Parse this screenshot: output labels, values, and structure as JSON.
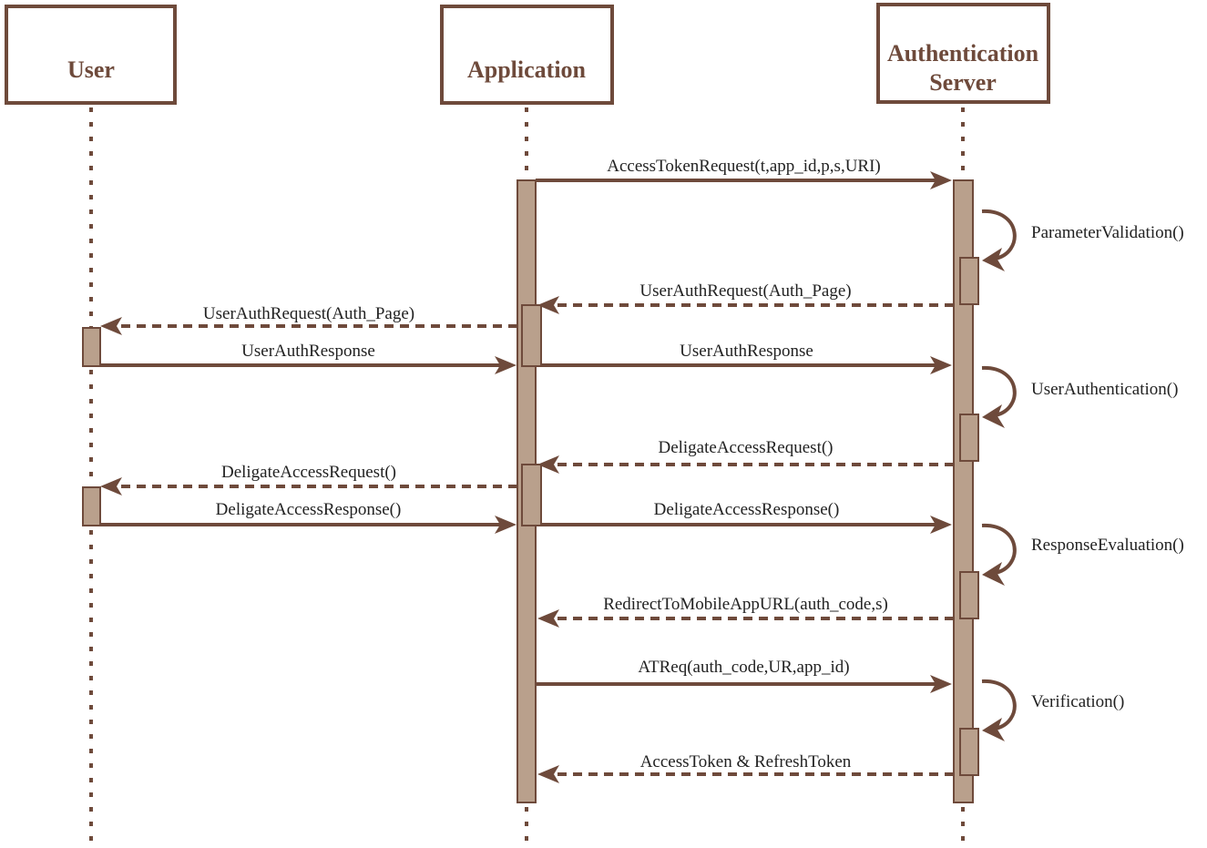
{
  "colors": {
    "accent": "#6e4a3b",
    "activation": "#b9a08c",
    "text": "#222222"
  },
  "actors": [
    {
      "id": "user",
      "lines": [
        "User"
      ]
    },
    {
      "id": "app",
      "lines": [
        "Application"
      ]
    },
    {
      "id": "auth",
      "lines": [
        "Authentication",
        "Server"
      ]
    }
  ],
  "messages": [
    {
      "from": "app",
      "to": "auth",
      "style": "solid",
      "label": "AccessTokenRequest(t,app_id,p,s,URI)"
    },
    {
      "from": "auth",
      "to": "app",
      "style": "dashed",
      "label": "UserAuthRequest(Auth_Page)"
    },
    {
      "from": "app",
      "to": "user",
      "style": "dashed",
      "label": "UserAuthRequest(Auth_Page)"
    },
    {
      "from": "user",
      "to": "app",
      "style": "solid",
      "label": "UserAuthResponse"
    },
    {
      "from": "app",
      "to": "auth",
      "style": "solid",
      "label": "UserAuthResponse"
    },
    {
      "from": "auth",
      "to": "app",
      "style": "dashed",
      "label": "DeligateAccessRequest()"
    },
    {
      "from": "app",
      "to": "user",
      "style": "dashed",
      "label": "DeligateAccessRequest()"
    },
    {
      "from": "user",
      "to": "app",
      "style": "solid",
      "label": "DeligateAccessResponse()"
    },
    {
      "from": "app",
      "to": "auth",
      "style": "solid",
      "label": "DeligateAccessResponse()"
    },
    {
      "from": "auth",
      "to": "app",
      "style": "dashed",
      "label": "RedirectToMobileAppURL(auth_code,s)"
    },
    {
      "from": "app",
      "to": "auth",
      "style": "solid",
      "label": "ATReq(auth_code,UR,app_id)"
    },
    {
      "from": "auth",
      "to": "app",
      "style": "dashed",
      "label": "AccessToken & RefreshToken"
    }
  ],
  "self_calls": [
    {
      "actor": "auth",
      "label": "ParameterValidation()"
    },
    {
      "actor": "auth",
      "label": "UserAuthentication()"
    },
    {
      "actor": "auth",
      "label": "ResponseEvaluation()"
    },
    {
      "actor": "auth",
      "label": "Verification()"
    }
  ]
}
